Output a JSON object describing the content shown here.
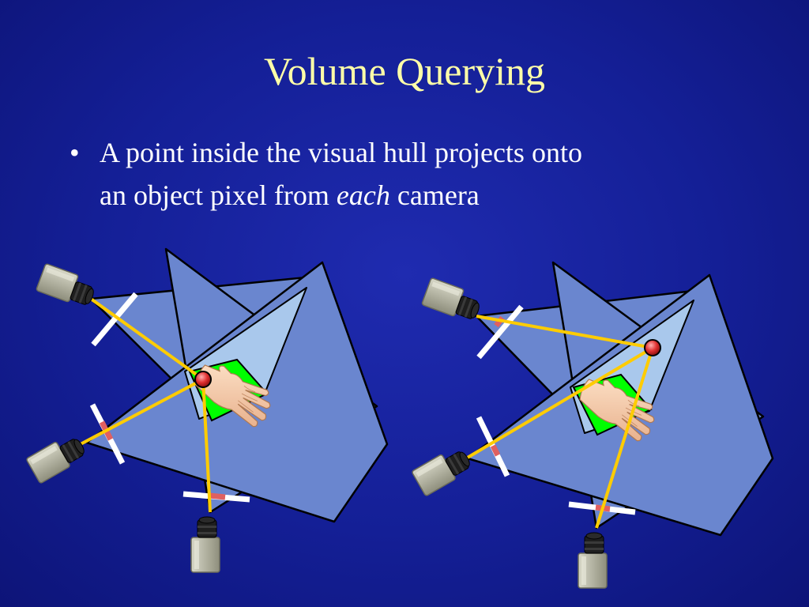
{
  "slide": {
    "title": "Volume Querying",
    "bullet": {
      "marker": "•",
      "line1": "A point inside the visual hull projects onto",
      "line2_pre": "an object pixel from ",
      "line2_emph": "each",
      "line2_post": " camera"
    }
  },
  "colors": {
    "background": "#141f96",
    "title": "#ffffa8",
    "body_text": "#ffffff",
    "frustum_fill": "#6a86cf",
    "frustum_overlap": "#a9c8ec",
    "frustum_edge": "#000000",
    "ray": "#ffcc00",
    "image_plane": "#ffffff",
    "object_pixel": "#e06060",
    "query_point": "#e03030",
    "silhouette": "#00ff00",
    "camera_body": "#b6b6a2"
  },
  "icons": {
    "camera": "camera-icon",
    "hand": "hand-icon",
    "query_point": "query-point-icon"
  },
  "diagrams": [
    {
      "name": "left",
      "query_point_on_object": true
    },
    {
      "name": "right",
      "query_point_on_object": false
    }
  ]
}
